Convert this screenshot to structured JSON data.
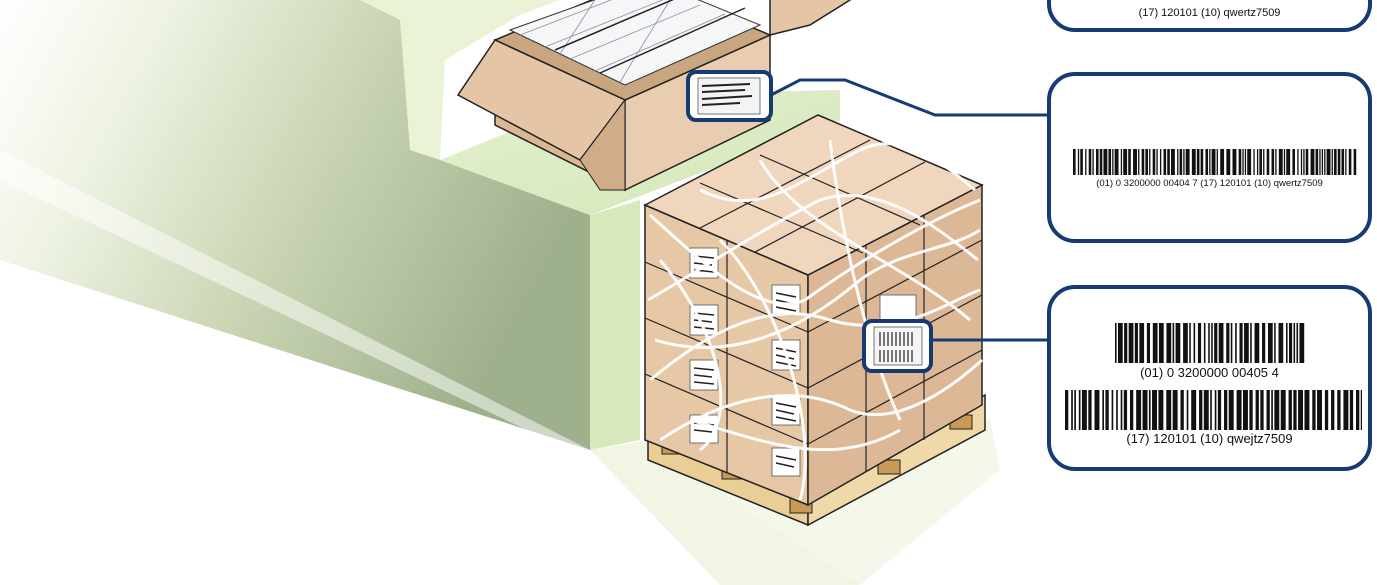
{
  "callouts": {
    "top": {
      "hri": "(17)  120101  (10)  qwertz7509"
    },
    "middle": {
      "hri": "(01) 0 3200000 00404 7 (17) 120101 (10) qwertz7509"
    },
    "bottom": {
      "hri_gtin": "(01) 0 3200000 00405 4",
      "hri_batch": "(17) 120101 (10) qwejtz7509"
    }
  },
  "colors": {
    "callout_border": "#163b74",
    "cardboard": "#e6c7a6",
    "cardboard_dark": "#c9a27e",
    "pallet_wood": "#e9cf96",
    "floor_green": "#dcebc6"
  },
  "icons": [
    "case-label-icon",
    "pallet-label-icon",
    "barcode-icon"
  ]
}
